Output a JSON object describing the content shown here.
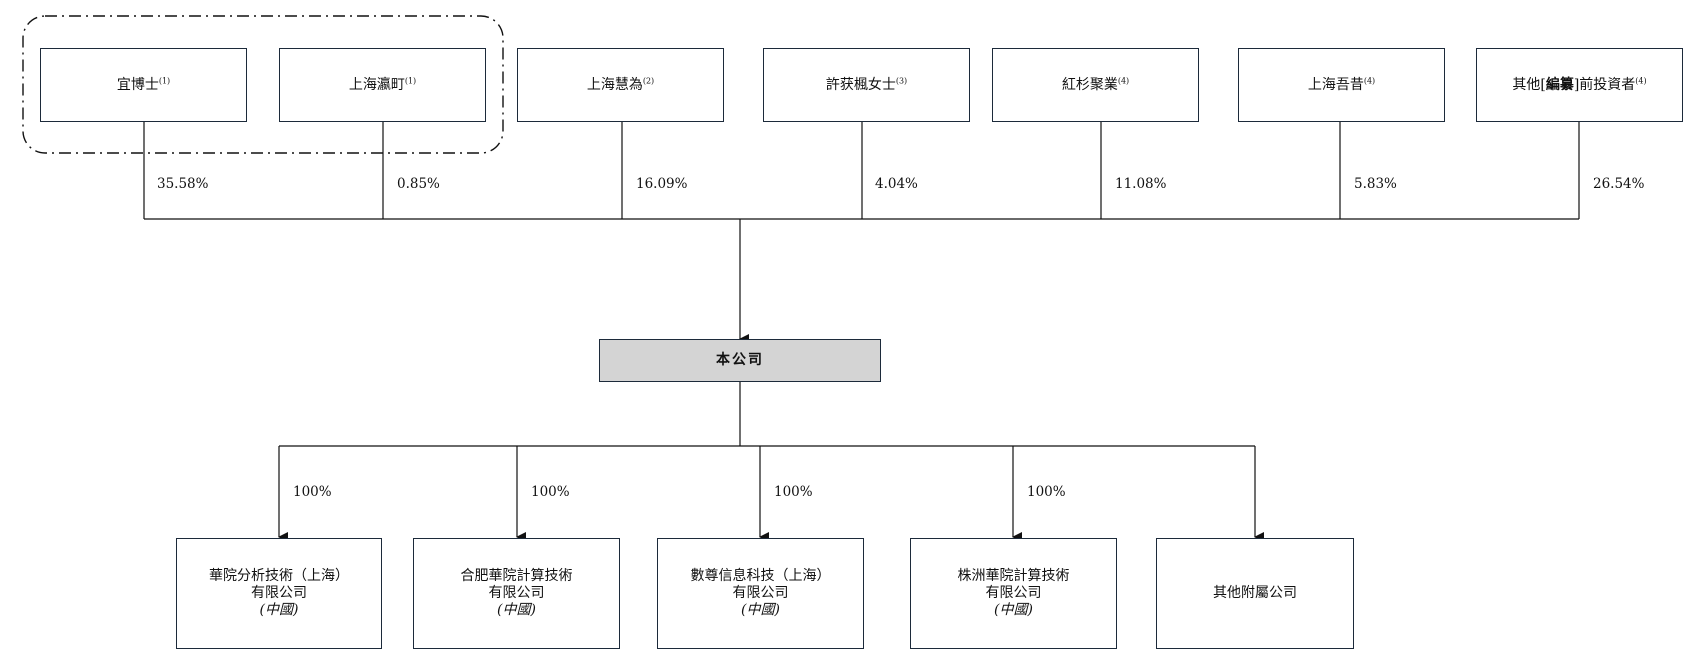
{
  "shareholders": [
    {
      "name": "宜博士",
      "note": "(1)",
      "pct": "35.58%"
    },
    {
      "name": "上海瀛町",
      "note": "(1)",
      "pct": "0.85%"
    },
    {
      "name": "上海慧為",
      "note": "(2)",
      "pct": "16.09%"
    },
    {
      "name": "許获楓女士",
      "note": "(3)",
      "pct": "4.04%"
    },
    {
      "name": "紅杉聚業",
      "note": "(4)",
      "pct": "11.08%"
    },
    {
      "name": "上海吾昔",
      "note": "(4)",
      "pct": "5.83%"
    },
    {
      "name_prefix": "其他[",
      "name_bold": "編纂",
      "name_suffix": "]前投資者",
      "note": "(4)",
      "pct": "26.54%"
    }
  ],
  "company": {
    "name": "本公司"
  },
  "subsidiaries": [
    {
      "line1": "華院分析技術（上海）",
      "line2": "有限公司",
      "jurisdiction": "(中國)",
      "pct": "100%"
    },
    {
      "line1": "合肥華院計算技術",
      "line2": "有限公司",
      "jurisdiction": "(中國)",
      "pct": "100%"
    },
    {
      "line1": "數尊信息科技（上海）",
      "line2": "有限公司",
      "jurisdiction": "(中國)",
      "pct": "100%"
    },
    {
      "line1": "株洲華院計算技術",
      "line2": "有限公司",
      "jurisdiction": "(中國)",
      "pct": "100%"
    },
    {
      "line1": "其他附屬公司"
    }
  ],
  "colors": {
    "line": "#1c2a3a",
    "company_fill": "#d4d4d4"
  }
}
